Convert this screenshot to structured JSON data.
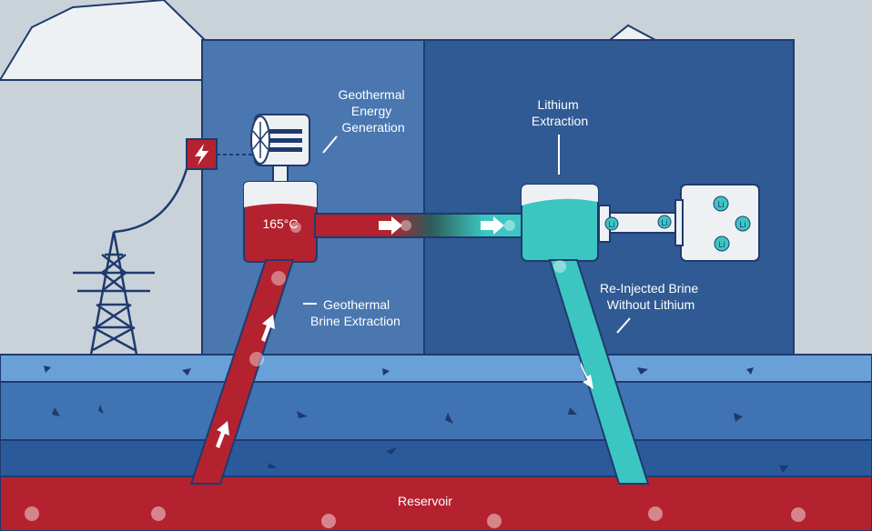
{
  "labels": {
    "geothermal_energy": [
      "Geothermal",
      "Energy",
      "Generation"
    ],
    "lithium_extraction": [
      "Lithium",
      "Extraction"
    ],
    "brine_extraction": [
      "Geothermal",
      "Brine Extraction"
    ],
    "reinjected": [
      "Re-Injected Brine",
      "Without Lithium"
    ],
    "temperature": "165°C",
    "reservoir": "Reservoir",
    "lithium_symbol": "Li"
  },
  "colors": {
    "sky": "#c9d2d8",
    "building_left": "#4a77b0",
    "building_right": "#2f5a93",
    "outline": "#1f3a6e",
    "brine_hot": "#b4222f",
    "brine_cool": "#3cc6c1",
    "ground_light": "#6aa0d8",
    "ground_mid": "#3f73b3",
    "ground_dark": "#2a5a9a",
    "reservoir": "#b4222f",
    "mountain": "#eef1f4",
    "white": "#ffffff"
  },
  "icons": [
    "lightning-icon",
    "turbine-icon",
    "power-tower-icon",
    "arrow-icon",
    "lithium-container-icon"
  ]
}
